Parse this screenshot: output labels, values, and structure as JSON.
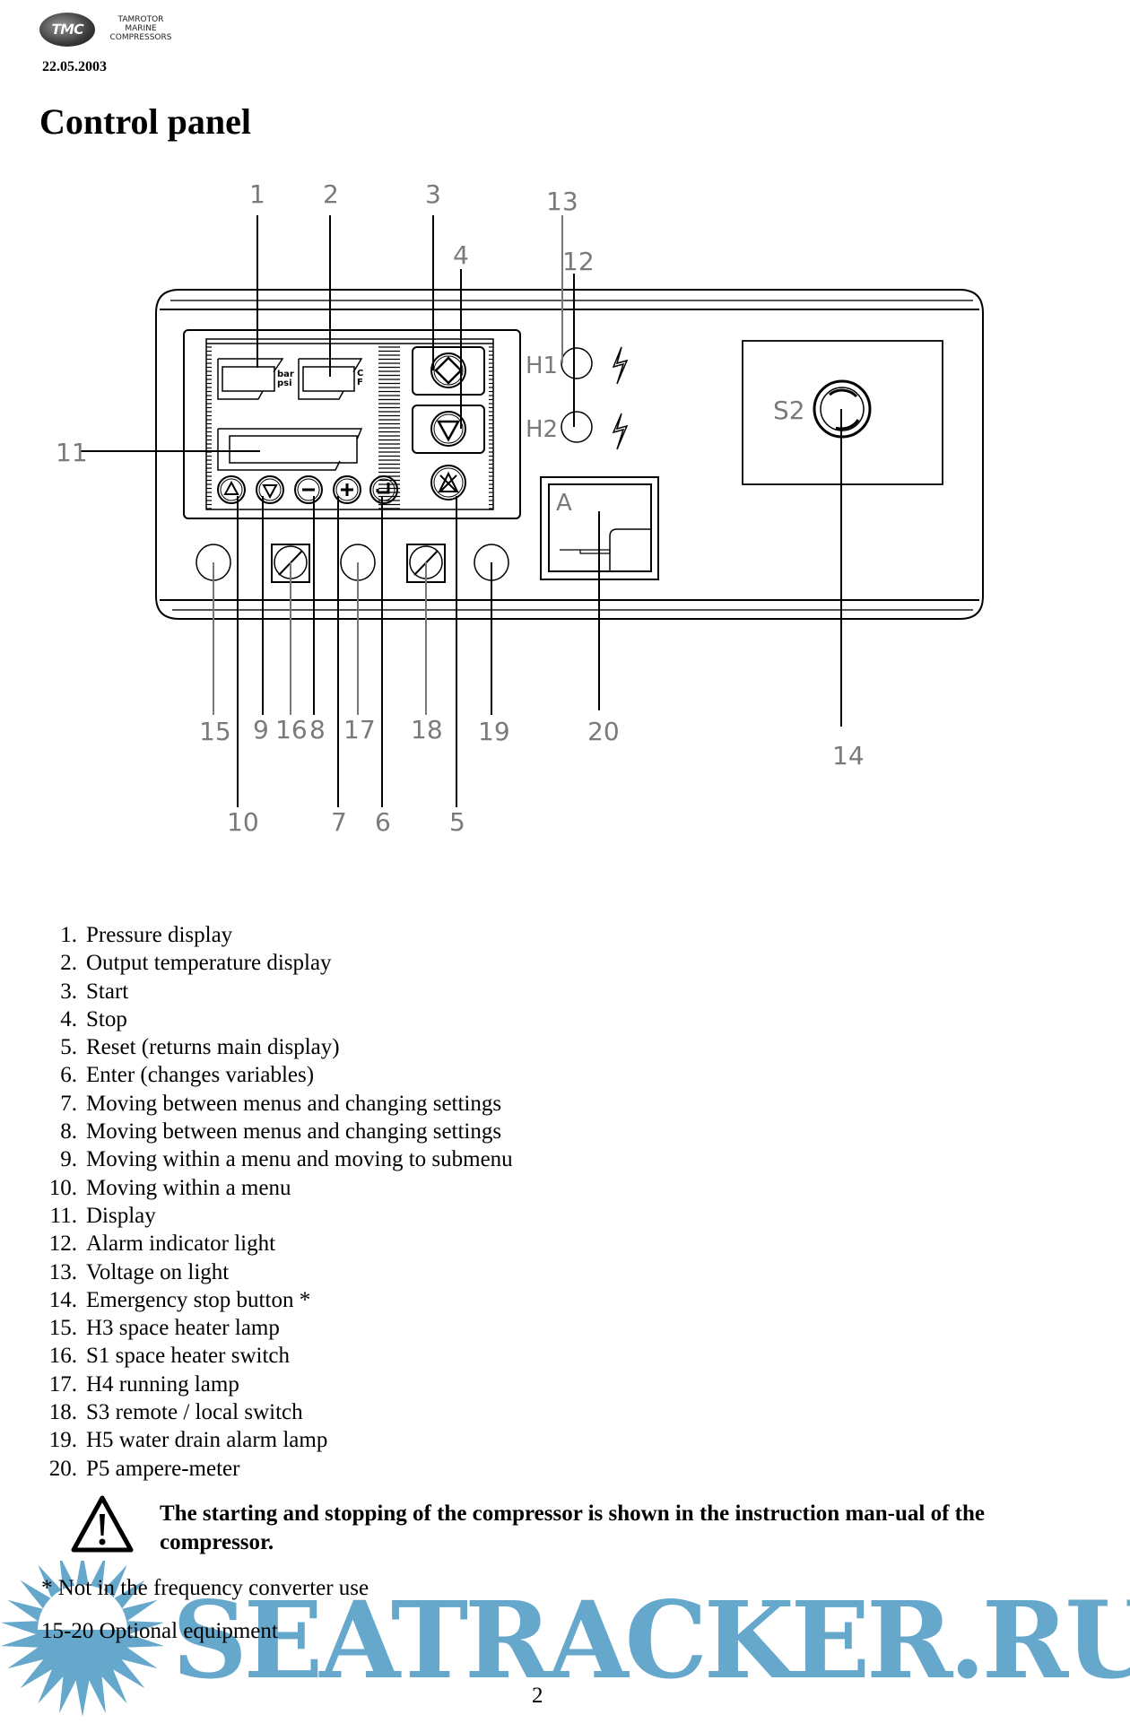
{
  "header": {
    "logo_mark": "TMC",
    "company_lines": [
      "TAMROTOR",
      "MARINE",
      "COMPRESSORS"
    ],
    "date": "22.05.2003"
  },
  "title": "Control panel",
  "diagram": {
    "callouts": {
      "top": [
        "1",
        "2",
        "3",
        "4",
        "13",
        "12"
      ],
      "left": [
        "11"
      ],
      "bottom_row1": [
        "15",
        "9",
        "16",
        "8",
        "17",
        "18",
        "19",
        "20"
      ],
      "bottom_row2": [
        "10",
        "7",
        "6",
        "5"
      ],
      "right": [
        "14"
      ]
    },
    "panel_labels": {
      "h1": "H1",
      "h2": "H2",
      "s2": "S2",
      "ammeter": "A",
      "pressure_units": [
        "bar",
        "psi"
      ],
      "temp_units": [
        "C",
        "F"
      ]
    },
    "icons": {
      "start": "start-diamond-icon",
      "stop": "stop-triangle-icon",
      "reset": "reset-alarm-icon",
      "up": "triangle-up-icon",
      "down": "triangle-down-icon",
      "minus": "minus-icon",
      "plus": "plus-icon",
      "enter": "enter-icon",
      "voltage": "lightning-icon"
    }
  },
  "legend": [
    {
      "num": "1.",
      "text": "Pressure display"
    },
    {
      "num": "2.",
      "text": "Output temperature display"
    },
    {
      "num": "3.",
      "text": "Start"
    },
    {
      "num": "4.",
      "text": "Stop"
    },
    {
      "num": "5.",
      "text": "Reset (returns main display)"
    },
    {
      "num": "6.",
      "text": "Enter (changes variables)"
    },
    {
      "num": "7.",
      "text": "Moving between menus and changing settings"
    },
    {
      "num": "8.",
      "text": "Moving between menus and changing settings"
    },
    {
      "num": "9.",
      "text": "Moving within a menu and moving to submenu"
    },
    {
      "num": "10.",
      "text": "Moving within a menu"
    },
    {
      "num": "11.",
      "text": "Display"
    },
    {
      "num": "12.",
      "text": "Alarm indicator light"
    },
    {
      "num": "13.",
      "text": "Voltage on light"
    },
    {
      "num": "14.",
      "text": "Emergency stop button *"
    },
    {
      "num": "15.",
      "text": "H3 space heater lamp"
    },
    {
      "num": "16.",
      "text": "S1 space heater switch"
    },
    {
      "num": "17.",
      "text": "H4 running lamp"
    },
    {
      "num": "18.",
      "text": "S3 remote / local switch"
    },
    {
      "num": "19.",
      "text": "H5 water drain alarm lamp"
    },
    {
      "num": "20.",
      "text": "P5 ampere-meter"
    }
  ],
  "warning": {
    "icon": "warning-triangle-icon",
    "text": "The starting and stopping of the compressor is shown in the instruction man-ual of the compressor."
  },
  "notes": {
    "footnote": "* Not in the frequency converter use",
    "optional": "15-20 Optional equipment"
  },
  "page_number": "2",
  "watermark": {
    "text": "SEATRACKER.RU",
    "color": "#66a8cc"
  }
}
